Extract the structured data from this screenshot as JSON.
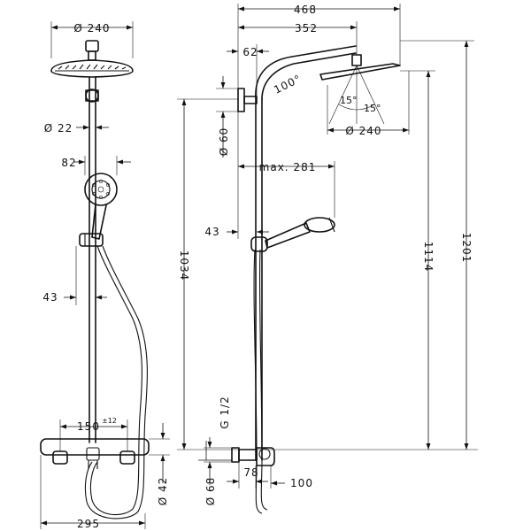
{
  "dimensions": {
    "head_diameter": "Ø 240",
    "pipe_diameter": "Ø 22",
    "hand_shower_width": "82",
    "hand_offset_left": "43",
    "thermostat_centers": "150",
    "thermostat_tolerance": "±12",
    "overall_width_front": "295",
    "overall_depth": "468",
    "arm_length": "352",
    "wall_offset": "62",
    "bracket_diameter": "Ø 60",
    "arm_angle": "100°",
    "tilt_left": "15°",
    "tilt_right": "15°",
    "head_diameter_side": "Ø 240",
    "hand_max_reach": "max. 281",
    "hand_offset_side": "43",
    "column_height": "1034",
    "head_height": "1114",
    "total_height": "1201",
    "connection_thread": "G 1/2",
    "escutcheon_diameter": "Ø 68",
    "outlet_diameter": "Ø 42",
    "mixer_depth": "78",
    "mixer_projection": "100"
  }
}
